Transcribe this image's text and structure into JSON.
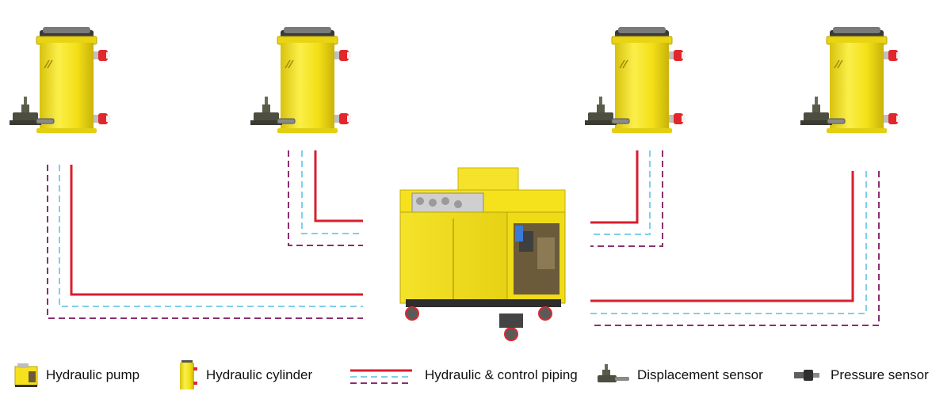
{
  "colors": {
    "hydraulic_line": "#d71f2e",
    "control_line_cyan": "#7fd0ea",
    "control_line_purple": "#8b2f6e",
    "equipment_yellow": "#f6e21c",
    "fitting_red": "#e3262b"
  },
  "components": {
    "cylinders": [
      {
        "name": "cylinder-1",
        "has_displacement_sensor": true
      },
      {
        "name": "cylinder-2",
        "has_displacement_sensor": true
      },
      {
        "name": "cylinder-3",
        "has_displacement_sensor": true
      },
      {
        "name": "cylinder-4",
        "has_displacement_sensor": true
      }
    ],
    "pump": {
      "icon": "hydraulic-pump-unit"
    }
  },
  "legend": {
    "items": [
      {
        "icon": "hydraulic-pump-icon",
        "label": "Hydraulic pump"
      },
      {
        "icon": "hydraulic-cylinder-icon",
        "label": "Hydraulic cylinder"
      },
      {
        "icon": "piping-lines-icon",
        "label": "Hydraulic & control piping"
      },
      {
        "icon": "displacement-sensor-icon",
        "label": "Displacement sensor"
      },
      {
        "icon": "pressure-sensor-icon",
        "label": "Pressure sensor"
      }
    ]
  }
}
